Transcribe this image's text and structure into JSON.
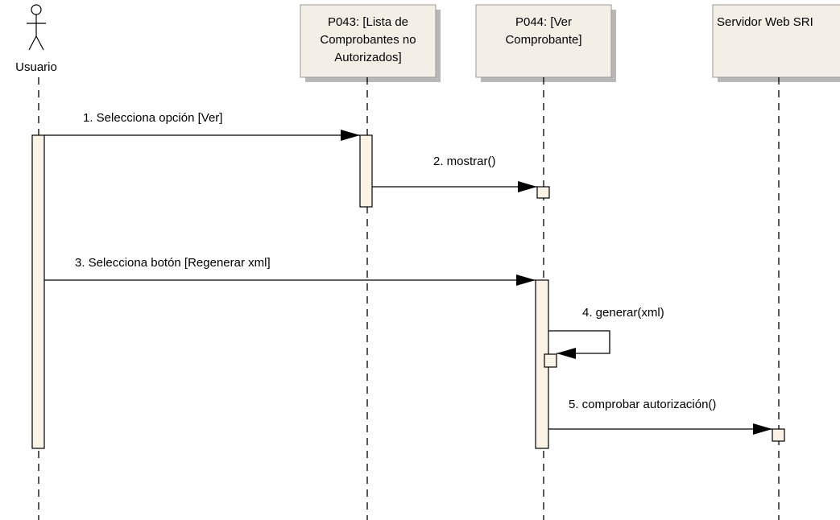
{
  "actor": {
    "name": "Usuario"
  },
  "lifelines": [
    {
      "id": "p043",
      "lines": [
        "P043: [Lista de",
        "Comprobantes no",
        "Autorizados]"
      ]
    },
    {
      "id": "p044",
      "lines": [
        "P044: [Ver",
        "Comprobante]"
      ]
    },
    {
      "id": "sri",
      "lines": [
        "Servidor Web SRI"
      ]
    }
  ],
  "messages": [
    {
      "label": "1. Selecciona opción [Ver]"
    },
    {
      "label": "2. mostrar()"
    },
    {
      "label": "3. Selecciona botón [Regenerar xml]"
    },
    {
      "label": "4. generar(xml)"
    },
    {
      "label": "5. comprobar autorización()"
    }
  ],
  "colors": {
    "box_fill": "#f4efe6",
    "box_stroke": "#9a9a9a",
    "shadow": "#b8b8b8",
    "activation_fill": "#fbf3e6",
    "line": "#000000"
  }
}
